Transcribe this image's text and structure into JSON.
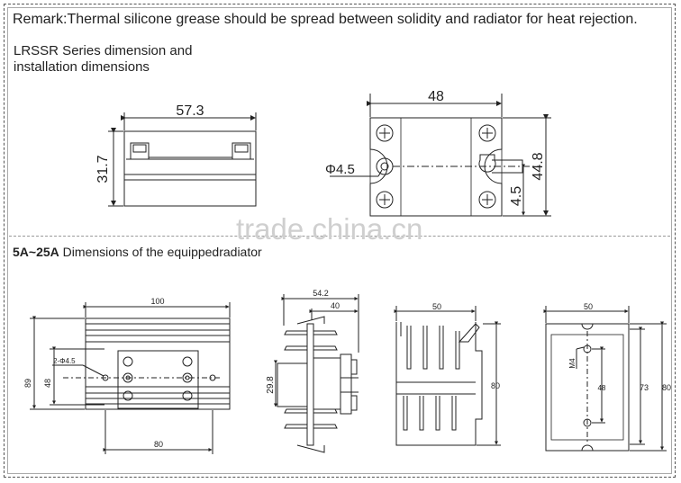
{
  "remark": "Remark:Thermal silicone grease should be spread between solidity and radiator for heat rejection.",
  "subtitle_line1": "LRSSR Series dimension and",
  "subtitle_line2": "installation dimensions",
  "section_bold": "5A~25A",
  "section_rest": " Dimensions of the equippedradiator",
  "watermark": "trade.china.cn",
  "dims": {
    "d57_3": "57.3",
    "d31_7": "31.7",
    "d48_top": "48",
    "d4_5_dia": "Φ4.5",
    "d4_5": "4.5",
    "d44_8": "44.8",
    "d100": "100",
    "d89": "89",
    "d48_left": "48",
    "d2phi": "2-Φ4.5",
    "d80_bottom": "80",
    "d54_2": "54.2",
    "d40": "40",
    "d29_8": "29.8",
    "d50_a": "50",
    "d80_a": "80",
    "d50_b": "50",
    "dM4": "M4",
    "d48_b": "48",
    "d73": "73",
    "d80_b": "80"
  }
}
